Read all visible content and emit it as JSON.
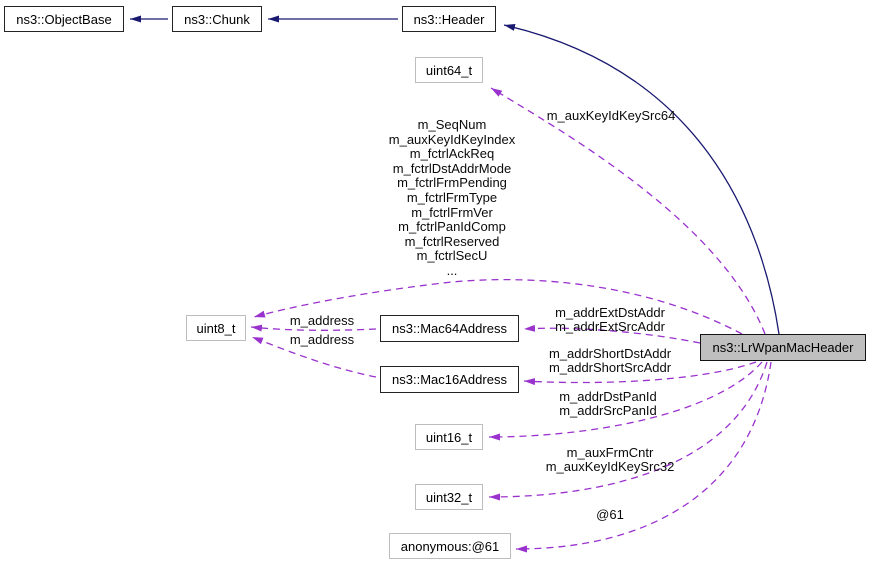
{
  "diagram": {
    "kind": "doxygen-collaboration-graph",
    "colors": {
      "inheritance_edge": "#191970",
      "usage_edge": "#9a32cd",
      "node_fill": "#ffffff",
      "main_node_fill": "#bfbfbf",
      "class_border": "#242424",
      "type_border": "#bdbdbd"
    }
  },
  "nodes": {
    "object_base": {
      "label": "ns3::ObjectBase"
    },
    "chunk": {
      "label": "ns3::Chunk"
    },
    "header": {
      "label": "ns3::Header"
    },
    "uint64": {
      "label": "uint64_t"
    },
    "uint8": {
      "label": "uint8_t"
    },
    "mac64": {
      "label": "ns3::Mac64Address"
    },
    "mac16": {
      "label": "ns3::Mac16Address"
    },
    "uint16": {
      "label": "uint16_t"
    },
    "uint32": {
      "label": "uint32_t"
    },
    "anonymous": {
      "label": "anonymous:@61"
    },
    "main": {
      "label": "ns3::LrWpanMacHeader"
    }
  },
  "edge_labels": {
    "aux_key_src64": "m_auxKeyIdKeySrc64",
    "member_block": "m_SeqNum\nm_auxKeyIdKeyIndex\nm_fctrlAckReq\nm_fctrlDstAddrMode\nm_fctrlFrmPending\nm_fctrlFrmType\nm_fctrlFrmVer\nm_fctrlPanIdComp\nm_fctrlReserved\nm_fctrlSecU\n...",
    "address_upper": "m_address",
    "address_lower": "m_address",
    "ext_addr": "m_addrExtDstAddr\nm_addrExtSrcAddr",
    "short_addr": "m_addrShortDstAddr\nm_addrShortSrcAddr",
    "pan_id": "m_addrDstPanId\nm_addrSrcPanId",
    "aux_frm": "m_auxFrmCntr\nm_auxKeyIdKeySrc32",
    "at61": "@61"
  }
}
